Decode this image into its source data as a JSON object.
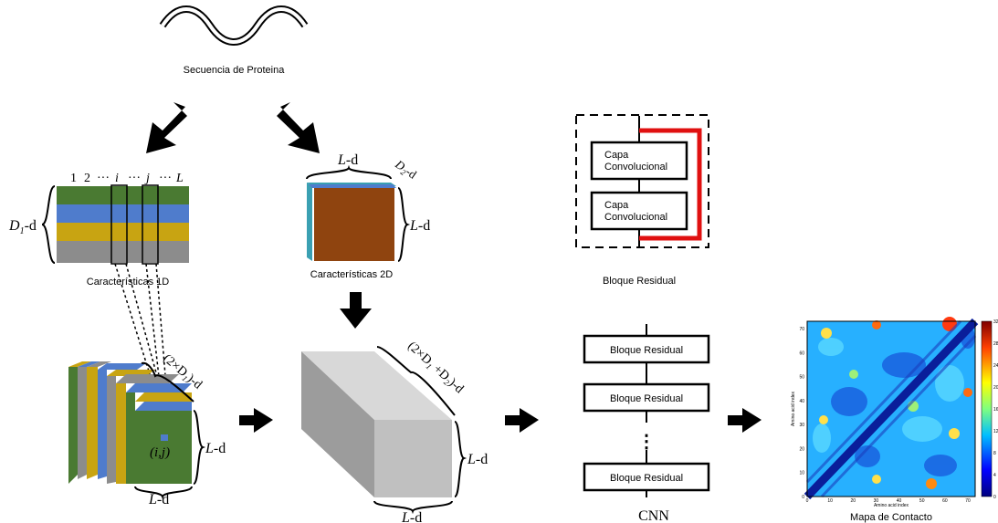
{
  "protein": {
    "label": "Secuencia de Proteina"
  },
  "features_1d": {
    "caption": "Características 1D",
    "dim_label_var": "D",
    "dim_label_sub": "1",
    "dim_label_suffix": "-d",
    "index_1": "1",
    "index_2": "2",
    "dots_1": "···",
    "index_i": "i",
    "dots_2": "···",
    "index_j": "j",
    "dots_3": "···",
    "index_L": "L"
  },
  "features_2d": {
    "caption": "Características 2D",
    "top_label_var": "L",
    "top_label_suffix": "-d",
    "depth_label_var": "D",
    "depth_label_sub": "2",
    "depth_label_suffix": "-d",
    "side_label_var": "L",
    "side_label_suffix": "-d"
  },
  "tensor_small": {
    "depth_label": "(2×D",
    "depth_label_sub": "1",
    "depth_label_end": ")-d",
    "cell_label": "(i,j)",
    "side_label_var": "L",
    "side_label_suffix": "-d",
    "bottom_label_var": "L",
    "bottom_label_suffix": "-d"
  },
  "tensor_big": {
    "depth_label_a": "(2×D",
    "depth_label_sub1": "1",
    "depth_label_b": " +D",
    "depth_label_sub2": "2",
    "depth_label_c": ")-d",
    "side_label_var": "L",
    "side_label_suffix": "-d",
    "bottom_label_var": "L",
    "bottom_label_suffix": "-d"
  },
  "residual_block": {
    "caption": "Bloque Residual",
    "conv_line1": "Capa",
    "conv_line2": "Convolucional"
  },
  "cnn": {
    "caption": "CNN",
    "block_label": "Bloque Residual",
    "ellipsis": "⋮"
  },
  "contact_map": {
    "caption": "Mapa de Contacto",
    "xlabel": "Amino acid index",
    "ylabel": "Amino acid index",
    "x_ticks": [
      "0",
      "10",
      "20",
      "30",
      "40",
      "50",
      "60",
      "70"
    ],
    "y_ticks": [
      "0",
      "10",
      "20",
      "30",
      "40",
      "50",
      "60",
      "70"
    ],
    "colorbar_ticks": [
      "0",
      "4",
      "8",
      "12",
      "16",
      "20",
      "24",
      "28",
      "32"
    ]
  },
  "colors": {
    "green": "#4a7a32",
    "blue": "#4f7ccc",
    "gold": "#c8a412",
    "gray": "#8c8c8c",
    "brown": "#8f440f",
    "teal": "#3aa0b2",
    "red_skip": "#e01010"
  }
}
